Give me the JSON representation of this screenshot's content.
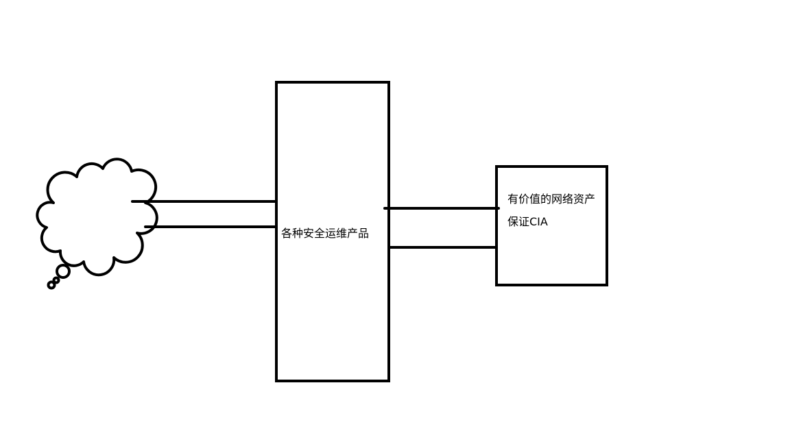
{
  "diagram": {
    "middle_box": {
      "label": "各种安全运维产品"
    },
    "right_box": {
      "line1": "有价值的网络资产",
      "line2": "保证CIA"
    },
    "stroke_color": "#000000",
    "background": "#ffffff"
  }
}
